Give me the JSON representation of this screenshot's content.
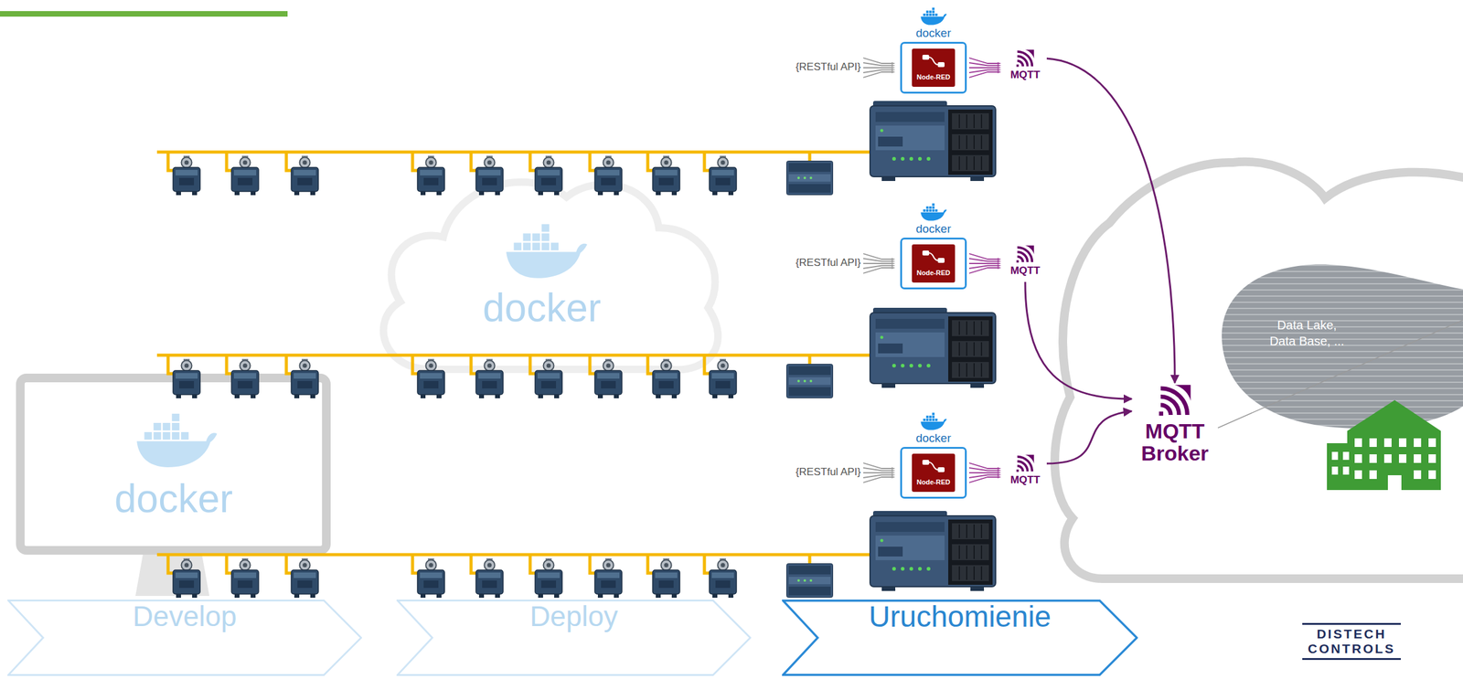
{
  "diagram": {
    "nodes": [
      {
        "text": [
          "docker"
        ]
      },
      {
        "text": [
          "Node-RED"
        ],
        "in": 0
      },
      {
        "text": [
          "MQTT"
        ]
      },
      {
        "text": [
          "docker"
        ]
      },
      {
        "text": [
          "Node-RED"
        ],
        "in": 3
      },
      {
        "text": [
          "MQTT"
        ]
      },
      {
        "text": [
          "docker"
        ]
      },
      {
        "text": [
          "Node-RED"
        ],
        "in": 6
      },
      {
        "text": [
          "MQTT"
        ]
      },
      {
        "text": [
          "MQTT Broker"
        ]
      },
      {
        "text": [
          "Data Lake, Data Base, ..."
        ]
      },
      {
        "text": [
          "Develop"
        ]
      },
      {
        "text": [
          "Deploy"
        ]
      },
      {
        "text": [
          "Uruchomienie"
        ]
      }
    ],
    "edges": [
      {
        "from": 2,
        "to": 9,
        "arrow": "to"
      },
      {
        "from": 5,
        "to": 9,
        "arrow": "to"
      },
      {
        "from": 8,
        "to": 9,
        "arrow": "to"
      }
    ],
    "labels": [
      "{RESTful API}",
      "{RESTful API}",
      "{RESTful API}",
      "docker",
      "docker",
      "DISTECH CONTROLS"
    ]
  }
}
